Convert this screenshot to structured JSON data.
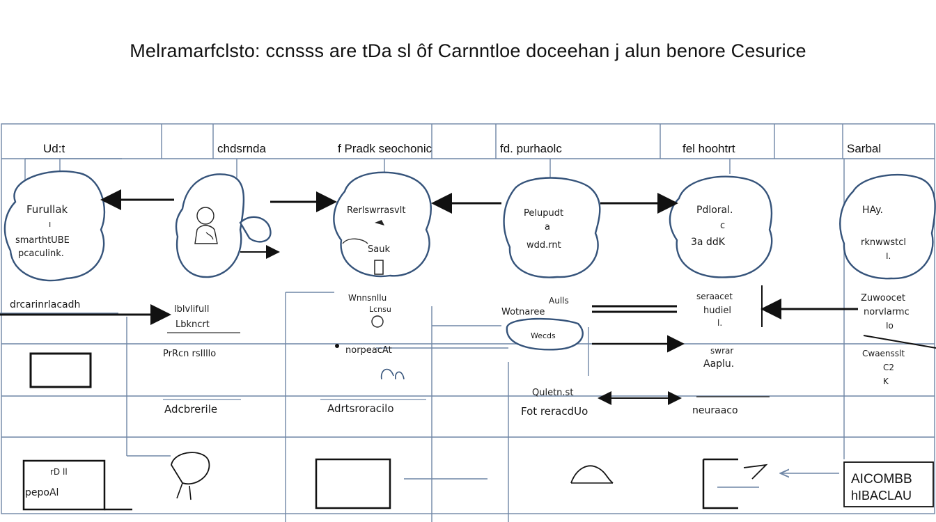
{
  "title": "Melramarfclsto: ccnsss are tDa sl ôf Carnntloe doceehan j alun benore Cesurice",
  "columns": {
    "c1": "Ud:t",
    "c2": "chdsrnda",
    "c3": "f  Pradk seochonic",
    "c4": "fd.  purhaolc",
    "c5": "fel  hoohtrt",
    "c6": "Sarbal"
  },
  "nodes": {
    "n1_line1": "Furullak",
    "n1_line2": "ı",
    "n1_line3": "smarthtUBE",
    "n1_line4": "pcaculink.",
    "n3_line1": "Rerlswrrasvlt",
    "n3_line2": "Sauk",
    "n4_line1": "Pelupudt",
    "n4_line2": "a",
    "n4_line3": "wdd.rnt",
    "n5_line1": "Pdloral.",
    "n5_line2": "c",
    "n5_line3": "3a ddK",
    "n6_line1": "HAy.",
    "n6_line2": "rknwwstcl",
    "n6_line3": "I."
  },
  "row2": {
    "left": "drcarinrlacadh",
    "c2_line1": "lblvlifull",
    "c2_line2": "Lbkncrt",
    "c2_line3": "PrRcn rsIlllo",
    "c3_line1": "Wnnsnllu",
    "c3_line2": "Lcnsu",
    "c3_line3": "norpeacAt",
    "c4_line1": "Aulls",
    "c4_line2": "Wotnaree",
    "c4_line3": "Wecds",
    "c5_line1": "seraacet",
    "c5_line2": "hudiel",
    "c5_line3": "l.",
    "c5_line4": "swrar",
    "c5_line5": "Aaplu.",
    "c6_line1": "Zuwoocet",
    "c6_line2": "norvlarmc",
    "c6_line3": "Io",
    "c6_line4": "Cwaensslt",
    "c6_line5": "C2",
    "c6_line6": "K"
  },
  "row3": {
    "c1": "Adcbrerile",
    "c2": "Adrtsroracilo",
    "c3_line1": "Quletn.st",
    "c3_line2": "Fot  reracdUo",
    "c4": "neuraaco"
  },
  "bottom": {
    "box1_line1": "rD ll",
    "box1_line2": "pepoAl",
    "box6_line1": "AICOMBB",
    "box6_line2": "hIBACLAU"
  }
}
